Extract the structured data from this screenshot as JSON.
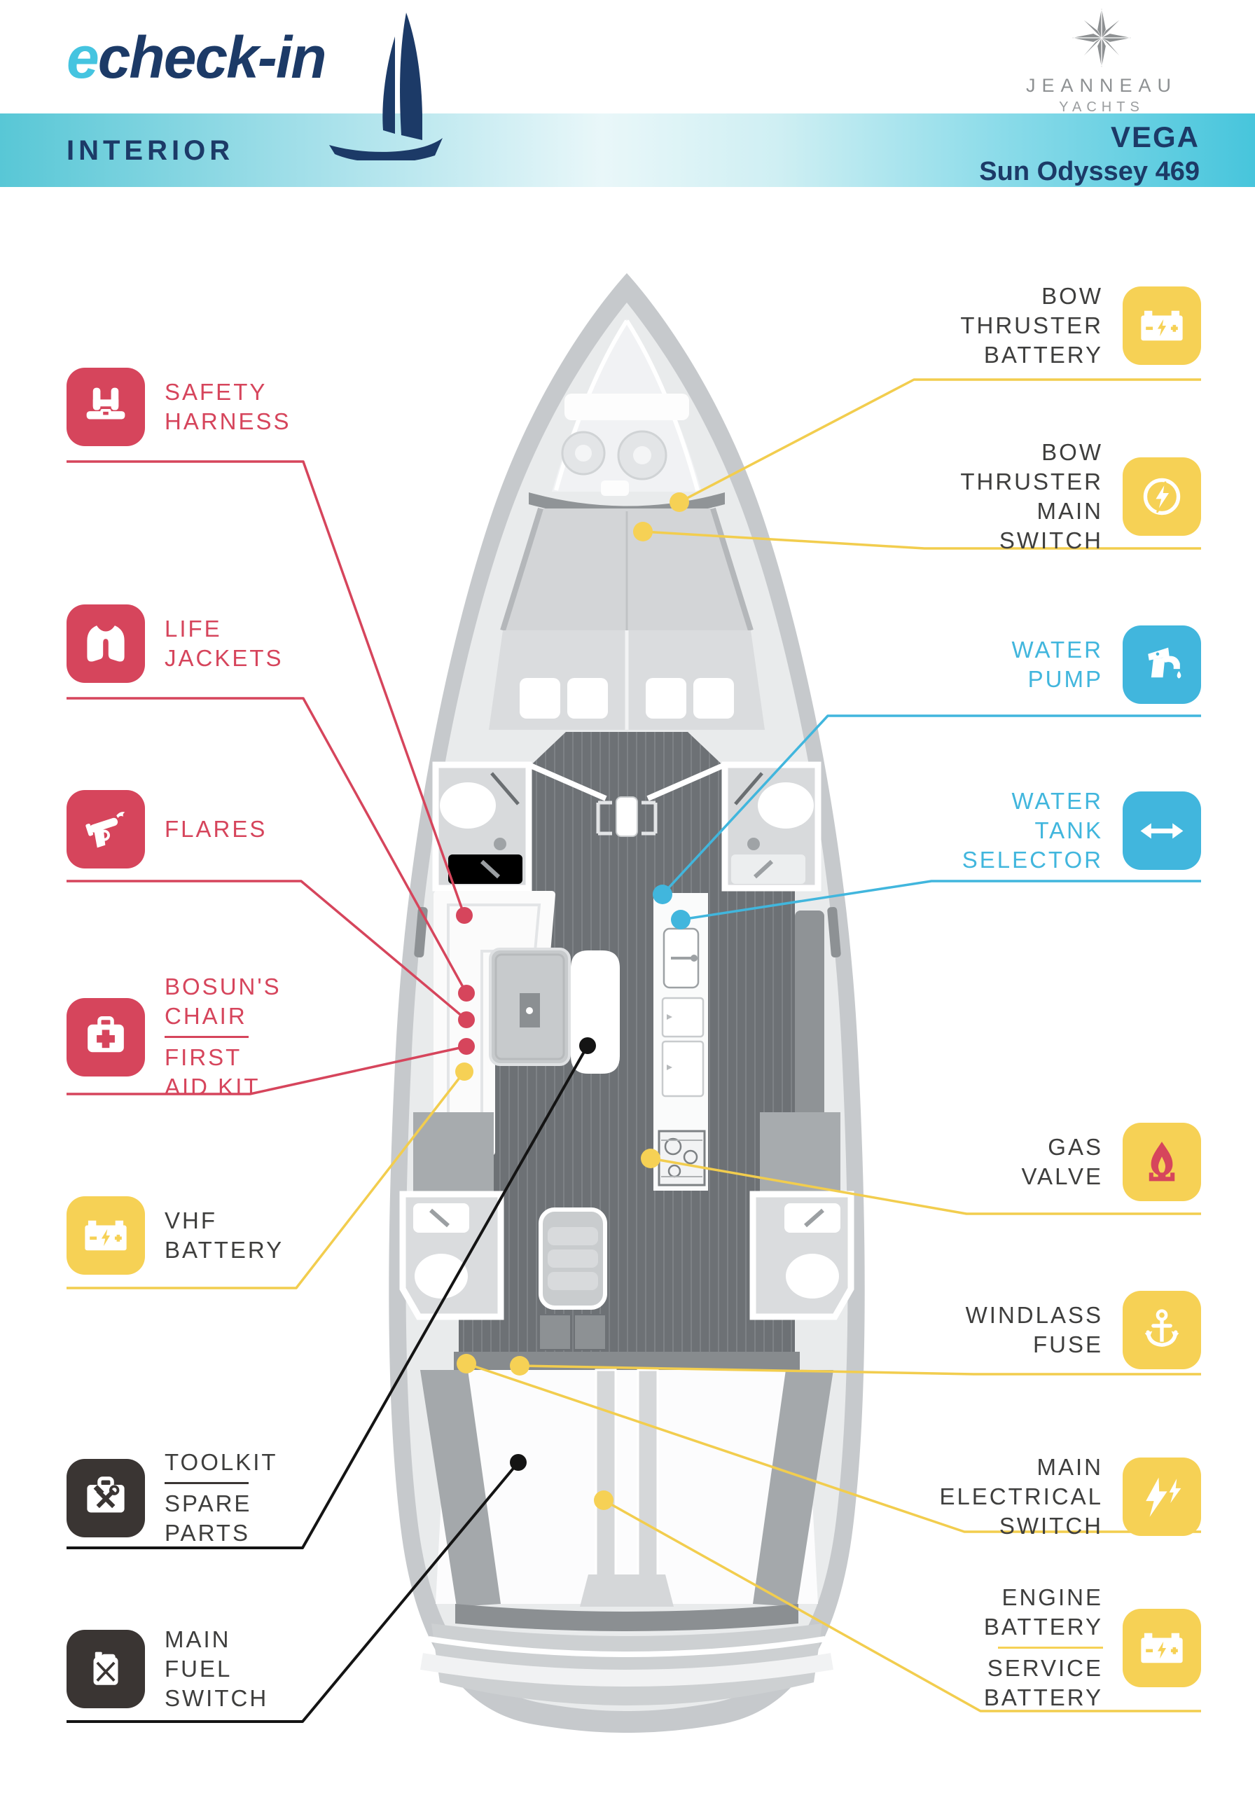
{
  "header": {
    "brand_e": "e",
    "brand_rest": "check-in",
    "section": "INTERIOR",
    "builder": "JEANNEAU",
    "builder_sub": "YACHTS",
    "model": "VEGA",
    "model_sub": "Sun Odyssey 469"
  },
  "palette": {
    "red": "#d6455c",
    "yellow": "#f6d155",
    "blue": "#41b6dd",
    "charcoal": "#3a3533",
    "label_text": "#3e3e3d",
    "navy": "#1c3a67",
    "logo_cyan": "#45c4e0",
    "band_teal_left": "#58c7d6",
    "band_cyan_right": "#47c5dc",
    "hull_gray": "#c6c9cc",
    "floor_gray": "#6d7175"
  },
  "annotations": {
    "left": [
      {
        "id": "safety-harness",
        "icon": "harness-icon",
        "accent": "red",
        "lines": [
          "SAFETY",
          "HARNESS"
        ]
      },
      {
        "id": "life-jackets",
        "icon": "life-jacket-icon",
        "accent": "red",
        "lines": [
          "LIFE",
          "JACKETS"
        ]
      },
      {
        "id": "flares",
        "icon": "flare-gun-icon",
        "accent": "red",
        "lines": [
          "FLARES"
        ]
      },
      {
        "id": "bosuns-chair-first-aid-kit",
        "icon": "first-aid-kit-icon",
        "accent": "red",
        "groups": [
          [
            "BOSUN'S",
            "CHAIR"
          ],
          [
            "FIRST",
            "AID KIT"
          ]
        ]
      },
      {
        "id": "vhf-battery",
        "icon": "battery-icon",
        "accent": "yellow",
        "lines": [
          "VHF",
          "BATTERY"
        ]
      },
      {
        "id": "toolkit-spare-parts",
        "icon": "toolkit-icon",
        "accent": "dark",
        "groups": [
          [
            "TOOLKIT"
          ],
          [
            "SPARE",
            "PARTS"
          ]
        ]
      },
      {
        "id": "main-fuel-switch",
        "icon": "fuel-can-icon",
        "accent": "dark",
        "lines": [
          "MAIN",
          "FUEL",
          "SWITCH"
        ]
      }
    ],
    "right": [
      {
        "id": "bow-thruster-battery",
        "icon": "battery-icon",
        "accent": "yellow",
        "lines": [
          "BOW",
          "THRUSTER",
          "BATTERY"
        ]
      },
      {
        "id": "bow-thruster-main-switch",
        "icon": "lightning-circle-icon",
        "accent": "yellow",
        "lines": [
          "BOW",
          "THRUSTER",
          "MAIN",
          "SWITCH"
        ]
      },
      {
        "id": "water-pump",
        "icon": "faucet-icon",
        "accent": "blue",
        "lines": [
          "WATER",
          "PUMP"
        ]
      },
      {
        "id": "water-tank-selector",
        "icon": "double-arrow-icon",
        "accent": "blue",
        "lines": [
          "WATER",
          "TANK",
          "SELECTOR"
        ]
      },
      {
        "id": "gas-valve",
        "icon": "flame-burner-icon",
        "accent": "yellow",
        "lines": [
          "GAS",
          "VALVE"
        ]
      },
      {
        "id": "windlass-fuse",
        "icon": "anchor-icon",
        "accent": "yellow",
        "lines": [
          "WINDLASS",
          "FUSE"
        ]
      },
      {
        "id": "main-electrical-switch",
        "icon": "double-lightning-icon",
        "accent": "yellow",
        "lines": [
          "MAIN",
          "ELECTRICAL",
          "SWITCH"
        ]
      },
      {
        "id": "engine-service-battery",
        "icon": "battery-icon",
        "accent": "yellow",
        "groups": [
          [
            "ENGINE",
            "BATTERY"
          ],
          [
            "SERVICE",
            "BATTERY"
          ]
        ]
      }
    ]
  }
}
